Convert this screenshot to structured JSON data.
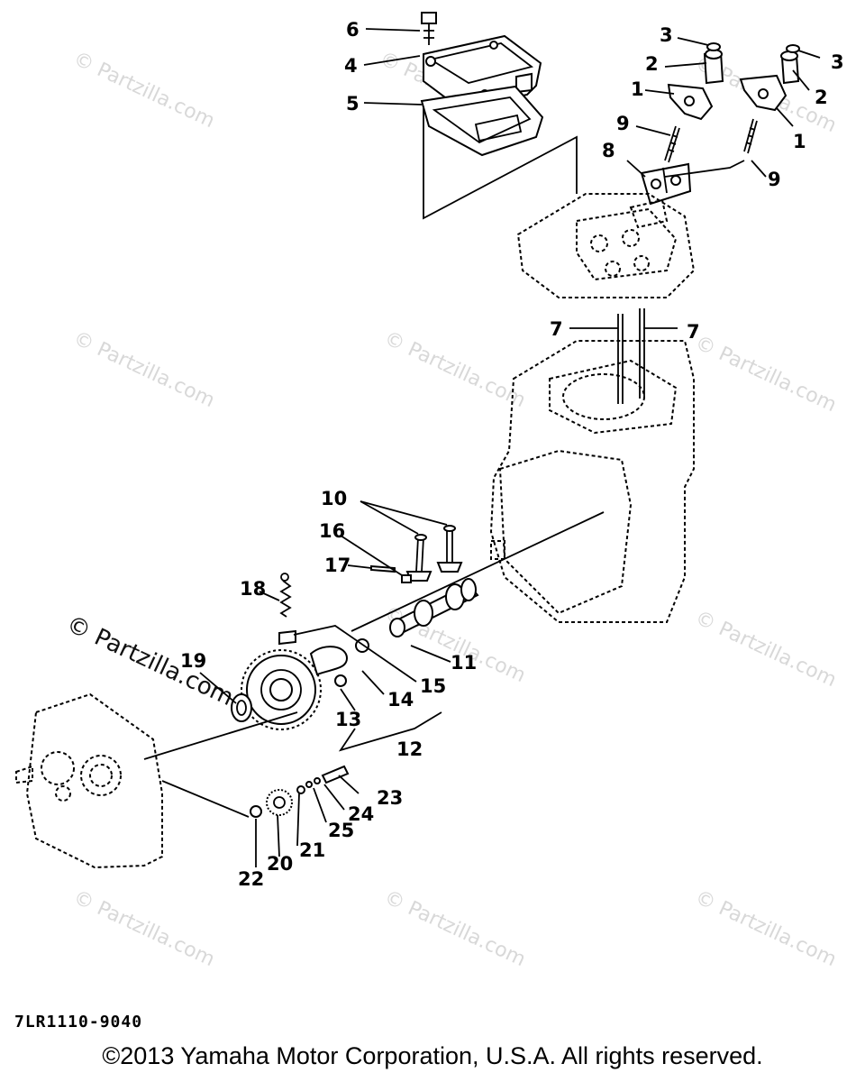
{
  "diagram": {
    "code": "7LR1110-9040",
    "copyright": "©2013  Yamaha Motor Corporation, U.S.A. All rights reserved.",
    "watermark": "© Partzilla.com",
    "callouts": [
      "1",
      "1",
      "2",
      "2",
      "3",
      "3",
      "4",
      "5",
      "6",
      "7",
      "7",
      "8",
      "9",
      "9",
      "10",
      "11",
      "12",
      "13",
      "14",
      "15",
      "16",
      "17",
      "18",
      "19",
      "20",
      "21",
      "22",
      "23",
      "24",
      "25"
    ]
  }
}
